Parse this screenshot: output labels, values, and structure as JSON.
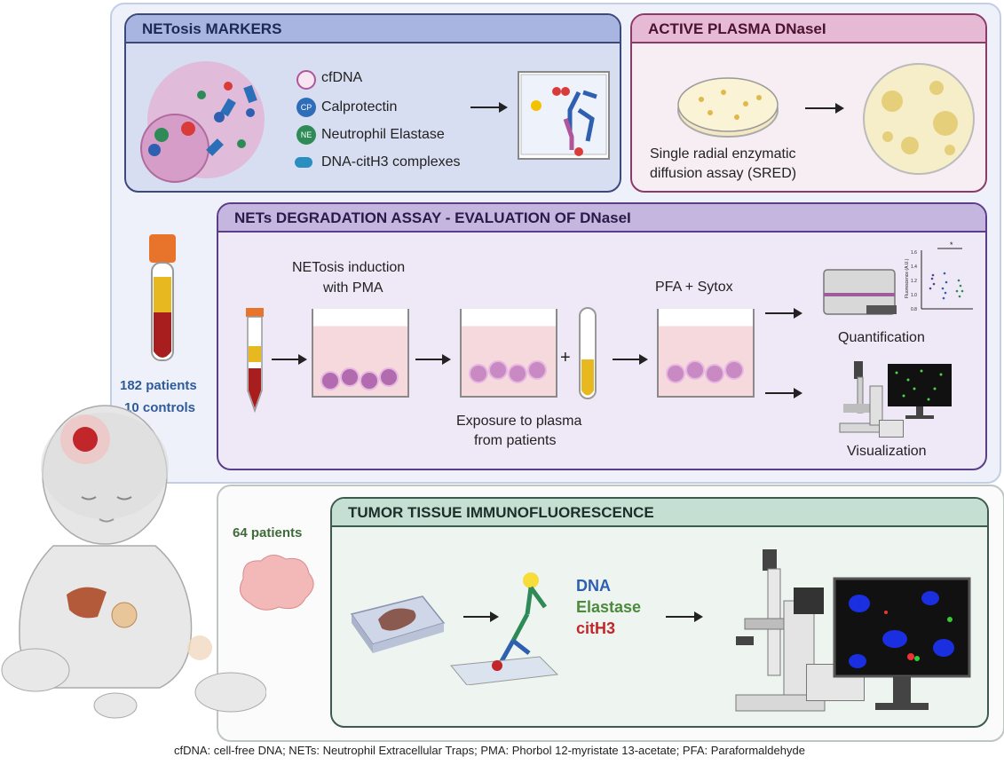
{
  "netosis_markers": {
    "title": "NETosis MARKERS",
    "markers": [
      "cfDNA",
      "Calprotectin",
      "Neutrophil Elastase",
      "DNA-citH3 complexes"
    ],
    "cp_badge": "CP",
    "ne_badge": "NE"
  },
  "active_plasma": {
    "title": "ACTIVE PLASMA DNaseI",
    "assay_line1": "Single radial enzymatic",
    "assay_line2": "diffusion assay (SRED)"
  },
  "patients_top": {
    "line1": "182 patients",
    "line2": "10 controls"
  },
  "nets_degradation": {
    "title": "NETs DEGRADATION ASSAY - EVALUATION OF DNaseI",
    "induction_line1": "NETosis induction",
    "induction_line2": "with PMA",
    "exposure_line1": "Exposure to plasma",
    "exposure_line2": "from patients",
    "pfa": "PFA + Sytox",
    "plus": "+",
    "quantification": "Quantification",
    "visualization": "Visualization",
    "mini_chart": {
      "ylabel": "Fluorescence (A.U.)",
      "ticks": [
        "1.6",
        "1.4",
        "1.2",
        "1.0",
        "0.8"
      ],
      "sig": "*"
    }
  },
  "tumor": {
    "patients": "64 patients",
    "title": "TUMOR TISSUE IMMUNOFLUORESCENCE",
    "dna": "DNA",
    "elastase": "Elastase",
    "cith3": "citH3"
  },
  "footnote": "cfDNA: cell-free DNA; NETs: Neutrophil Extracellular Traps; PMA: Phorbol 12-myristate 13-acetate; PFA: Paraformaldehyde",
  "colors": {
    "netosis_head": "#a7b5e0",
    "netosis_bg": "#d7def1",
    "netosis_border": "#3b4a7a",
    "plasma_head": "#e6b9d4",
    "plasma_bg": "#f7eef4",
    "plasma_border": "#8c3a6a",
    "nets_head": "#c4b6de",
    "nets_bg": "#efe9f7",
    "nets_border": "#5b3e8a",
    "tumor_head": "#c5dfd3",
    "tumor_bg": "#eef5f1",
    "tumor_border": "#3d5a50"
  }
}
